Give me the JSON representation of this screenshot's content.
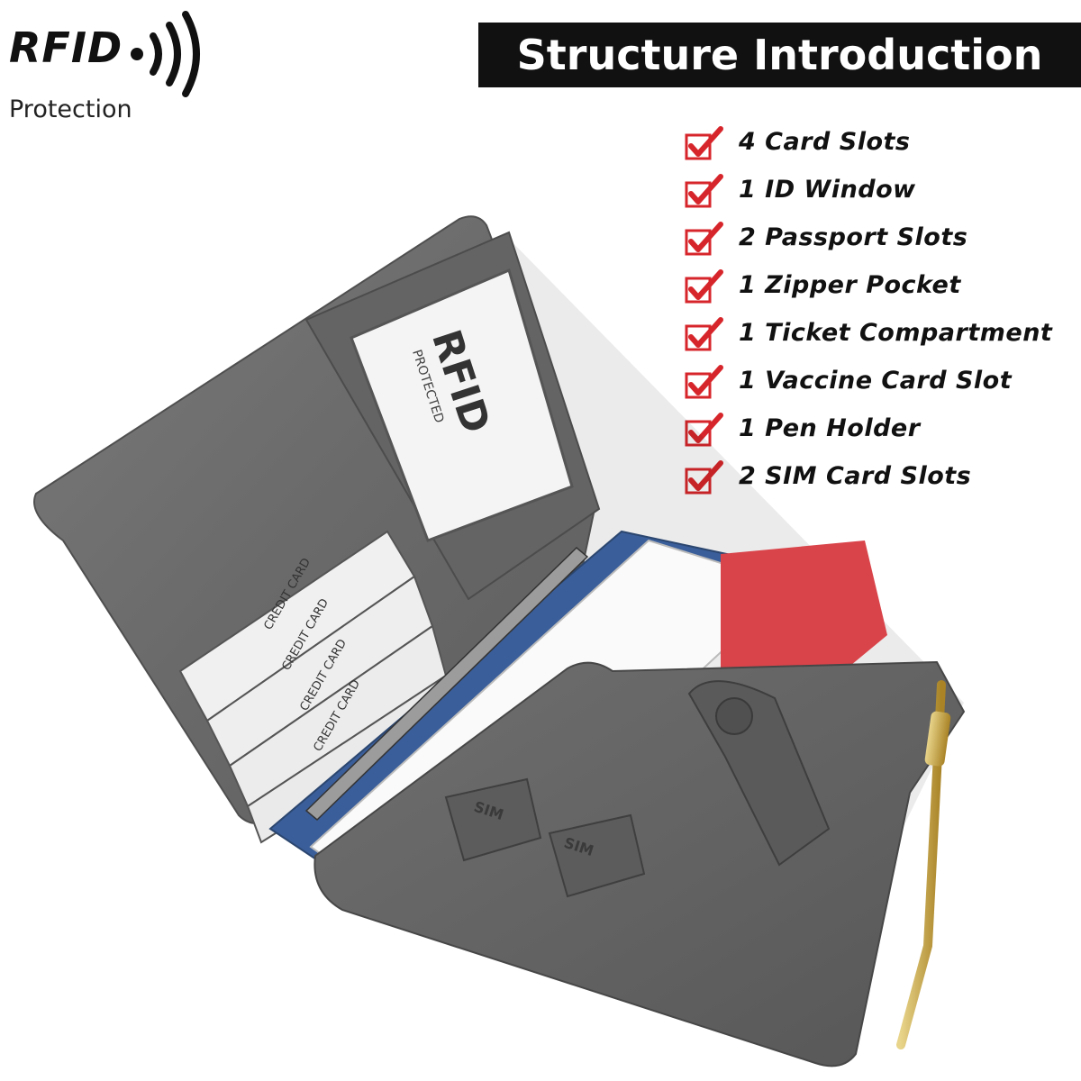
{
  "badge": {
    "rfid_label": "RFID",
    "protection_label": "Protection",
    "icon": "wireless-waves-icon"
  },
  "header": {
    "title": "Structure Introduction"
  },
  "features": [
    {
      "label": "4 Card Slots"
    },
    {
      "label": "1 ID Window"
    },
    {
      "label": "2 Passport Slots"
    },
    {
      "label": "1 Zipper Pocket"
    },
    {
      "label": "1 Ticket Compartment"
    },
    {
      "label": "1 Vaccine Card Slot"
    },
    {
      "label": "1 Pen Holder"
    },
    {
      "label": "2 SIM Card Slots"
    }
  ],
  "product": {
    "id_window_text": "RFID",
    "id_window_subtext": "PROTECTED",
    "card_slot_labels": [
      "CREDIT CARD",
      "CREDIT CARD",
      "CREDIT CARD",
      "CREDIT CARD"
    ],
    "sim_labels": [
      "SIM",
      "SIM"
    ],
    "colors": {
      "leather": "#6e6e6e",
      "leather_dark": "#555555",
      "card_red": "#d9444a",
      "passport_blue": "#3a5e9a",
      "zipper_gold": "#c9a74a",
      "check_red": "#d7262b"
    }
  }
}
